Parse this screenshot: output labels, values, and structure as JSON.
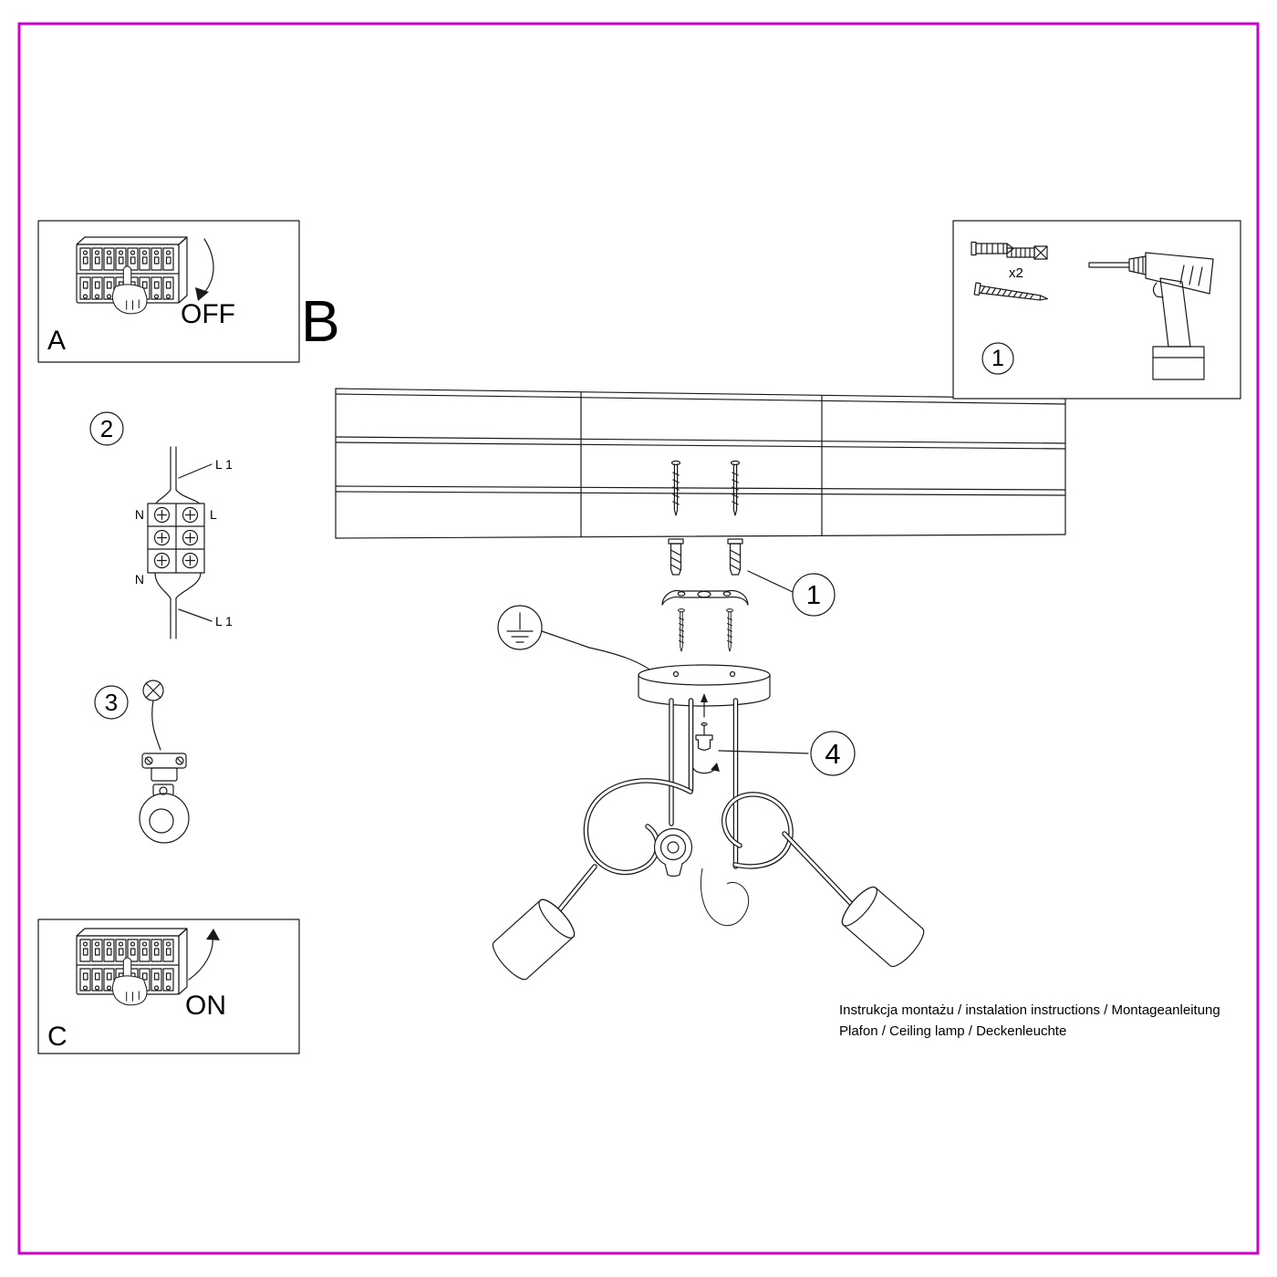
{
  "page": {
    "border_color": "#cc00cc"
  },
  "labels": {
    "panel_a": "A",
    "panel_b": "B",
    "panel_c": "C",
    "off": "OFF",
    "on": "ON",
    "step1": "1",
    "step2": "2",
    "step3": "3",
    "step4": "4",
    "callout_bracket": "1",
    "callout_adapter": "4",
    "anchor_qty": "x2"
  },
  "wiring": {
    "l1_top": "L 1",
    "n_top": "N",
    "l_top": "L",
    "n_bottom": "N",
    "l1_bottom": "L 1"
  },
  "footer": {
    "line1": "Instrukcja montażu / instalation instructions / Montageanleitung",
    "line2": "Plafon / Ceiling lamp / Deckenleuchte"
  }
}
